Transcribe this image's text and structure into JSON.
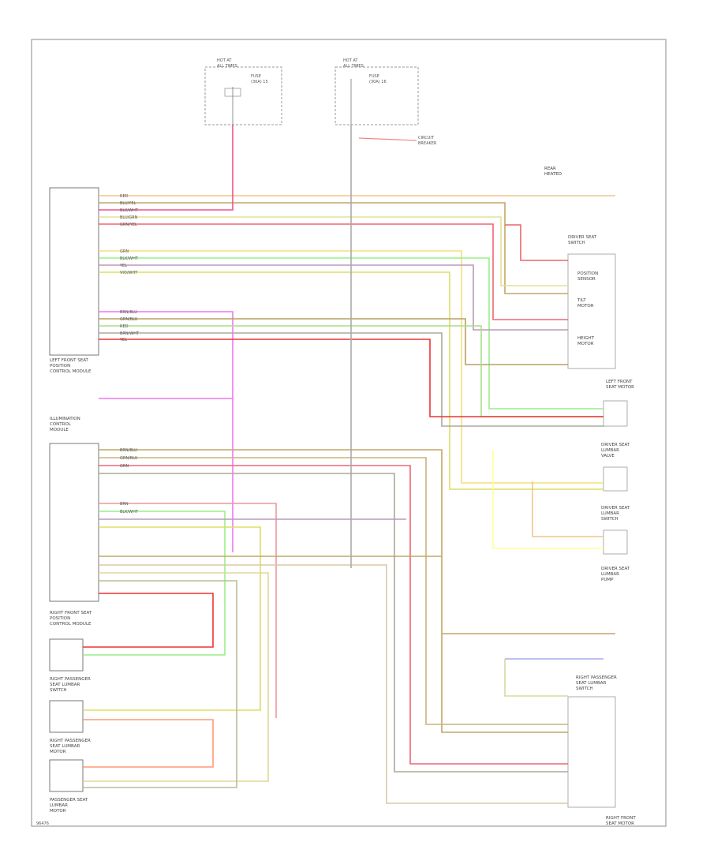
{
  "fuse_boxes": {
    "left": {
      "header": [
        "HOT AT",
        "ALL TIMES"
      ],
      "fuse_label": [
        "FUSE",
        "(30A) 15"
      ]
    },
    "right": {
      "header": [
        "HOT AT",
        "ALL TIMES"
      ],
      "fuse_label": [
        "FUSE",
        "(30A) 16"
      ]
    }
  },
  "connector_note": [
    "CIRCUIT",
    "BREAKER"
  ],
  "blocks": {
    "left_module": [
      "LEFT FRONT SEAT",
      "POSITION",
      "CONTROL MODULE"
    ],
    "ilu_module": [
      "ILLUMINATION",
      "CONTROL",
      "MODULE"
    ],
    "right_module": [
      "RIGHT FRONT SEAT",
      "POSITION",
      "CONTROL MODULE"
    ],
    "rp_switch": [
      "RIGHT PASSENGER",
      "SEAT LUMBAR",
      "SWITCH"
    ],
    "rp_motor": [
      "RIGHT PASSENGER",
      "SEAT LUMBAR",
      "MOTOR"
    ],
    "pass_motor": [
      "PASSENGER SEAT",
      "LUMBAR",
      "MOTOR"
    ],
    "lf_motor": [
      "LEFT FRONT",
      "SEAT MOTOR"
    ],
    "dr_valve": [
      "DRIVER SEAT",
      "LUMBAR",
      "VALVE"
    ],
    "dr_switch": [
      "DRIVER SEAT",
      "LUMBAR",
      "SWITCH"
    ],
    "dr_pump": [
      "DRIVER SEAT",
      "LUMBAR",
      "PUMP"
    ],
    "rf_motor": [
      "RIGHT FRONT",
      "SEAT MOTOR"
    ],
    "rp_seat_switch": [
      "RIGHT PASSENGER",
      "SEAT LUMBAR",
      "SWITCH"
    ],
    "position_sensor": [
      "POSITION",
      "SENSOR"
    ],
    "tilt_motor": [
      "TILT",
      "MOTOR"
    ],
    "height_motor": [
      "HEIGHT",
      "MOTOR"
    ],
    "driver_switch_a": [
      "DRIVER SEAT",
      "SWITCH"
    ],
    "rear_ref": [
      "REAR",
      "HEATED"
    ]
  },
  "wire_labels": [
    "RED",
    "BLU/YEL",
    "BLK/WHT",
    "BLU/GRN",
    "GRN/YEL",
    "GRN",
    "BLK/WHT",
    "YEL",
    "VIO/WHT",
    "BRN/BLU",
    "GRN/BLU",
    "RED",
    "BRN/WHT",
    "YEL",
    "BRN/BLU",
    "GRN/BLU",
    "GRN",
    "BRN",
    "BLK/WHT"
  ],
  "footer": "96476"
}
